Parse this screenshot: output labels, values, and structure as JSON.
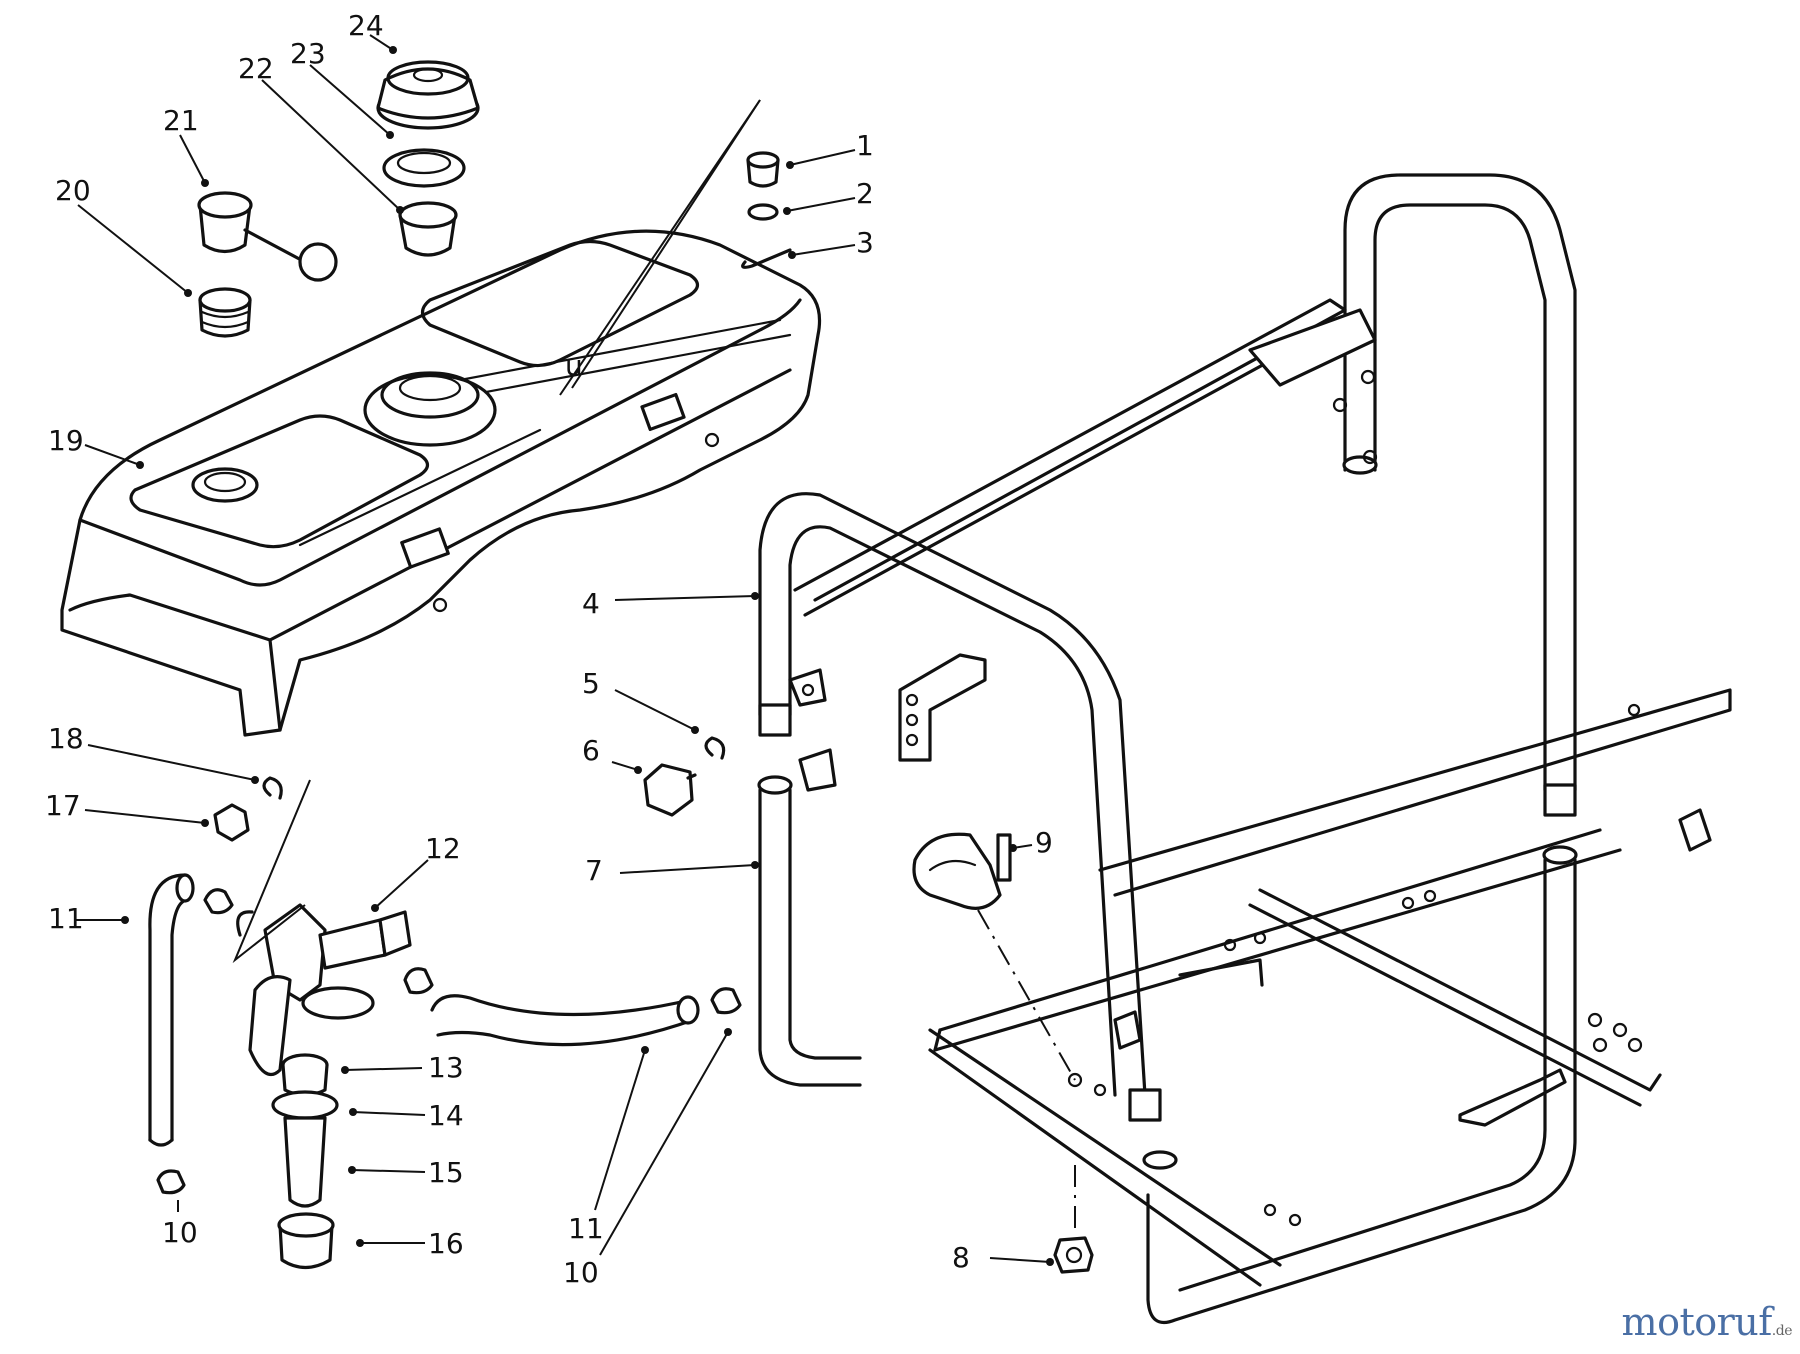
{
  "callouts": [
    {
      "label": "1"
    },
    {
      "label": "2"
    },
    {
      "label": "3"
    },
    {
      "label": "4"
    },
    {
      "label": "5"
    },
    {
      "label": "6"
    },
    {
      "label": "7"
    },
    {
      "label": "8"
    },
    {
      "label": "9"
    },
    {
      "label": "10"
    },
    {
      "label": "10"
    },
    {
      "label": "11"
    },
    {
      "label": "11"
    },
    {
      "label": "12"
    },
    {
      "label": "13"
    },
    {
      "label": "14"
    },
    {
      "label": "15"
    },
    {
      "label": "16"
    },
    {
      "label": "17"
    },
    {
      "label": "18"
    },
    {
      "label": "19"
    },
    {
      "label": "20"
    },
    {
      "label": "21"
    },
    {
      "label": "22"
    },
    {
      "label": "23"
    },
    {
      "label": "24"
    }
  ],
  "watermark": {
    "main": "motoruf",
    "suffix": ".de",
    "color": "#4a6fa5"
  },
  "tank_marker": "u"
}
